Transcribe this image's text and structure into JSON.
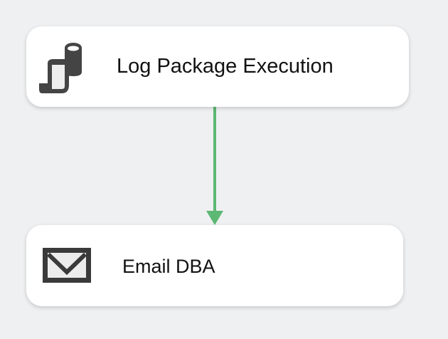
{
  "tasks": [
    {
      "label": "Log Package Execution",
      "icon": "execute-sql-icon"
    },
    {
      "label": "Email DBA",
      "icon": "send-mail-icon"
    }
  ],
  "connector": {
    "type": "success",
    "color": "#5cb873"
  }
}
